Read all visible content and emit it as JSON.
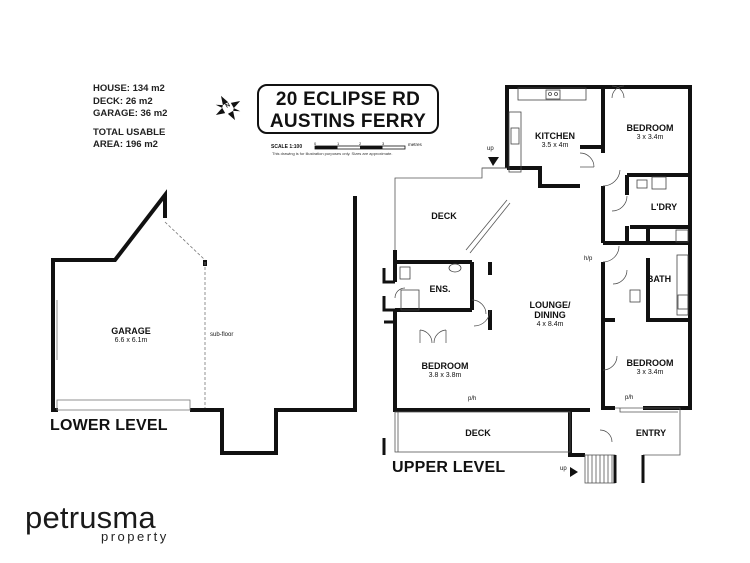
{
  "stats": {
    "house": "HOUSE: 134 m2",
    "deck": "DECK: 26 m2",
    "garage": "GARAGE: 36 m2",
    "total_line1": "TOTAL USABLE",
    "total_line2": "AREA: 196 m2"
  },
  "address": {
    "line1": "20 ECLIPSE RD",
    "line2": "AUSTINS FERRY"
  },
  "scale": {
    "label": "SCALE 1:100",
    "ticks": [
      "0",
      "1",
      "2",
      "3"
    ],
    "unit": "metres",
    "disclaimer": "This drawing is for illustration purposes only. Sizes are approximate."
  },
  "compass": {
    "letter": "N"
  },
  "levels": {
    "lower": "LOWER LEVEL",
    "upper": "UPPER LEVEL"
  },
  "rooms": {
    "garage": {
      "name": "GARAGE",
      "dim": "6.6 x 6.1m"
    },
    "subfloor": "sub-floor",
    "deck_upper": "DECK",
    "deck_lower": "DECK",
    "ensuite": "ENS.",
    "bedroom_left": {
      "name": "BEDROOM",
      "dim": "3.8 x 3.8m"
    },
    "kitchen": {
      "name": "KITCHEN",
      "dim": "3.5 x 4m"
    },
    "bedroom_top": {
      "name": "BEDROOM",
      "dim": "3 x 3.4m"
    },
    "laundry": "L'DRY",
    "bath": "BATH",
    "lounge": {
      "name": "LOUNGE/",
      "name2": "DINING",
      "dim": "4 x 8.4m"
    },
    "bedroom_right": {
      "name": "BEDROOM",
      "dim": "3 x 3.4m"
    },
    "entry": "ENTRY"
  },
  "marks": {
    "up1": "up",
    "up2": "up",
    "hp": "h/p",
    "ph1": "p/h",
    "ph2": "p/h"
  },
  "logo": {
    "name": "petrusma",
    "sub": "property"
  }
}
